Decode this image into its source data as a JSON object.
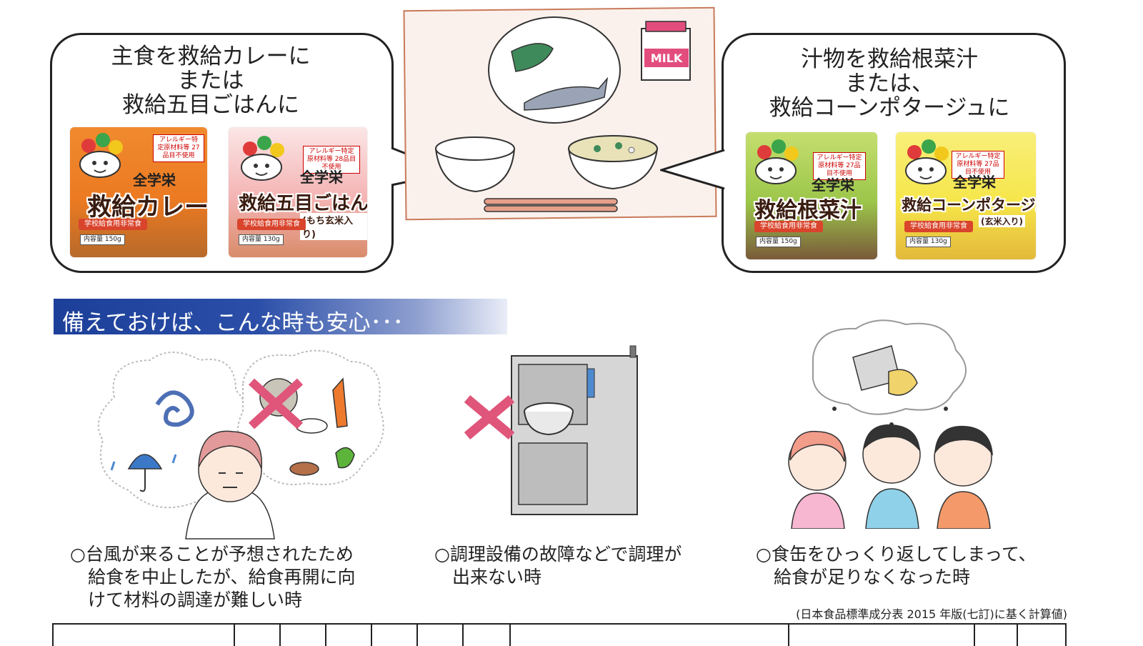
{
  "bubbles": {
    "left_title": [
      "主食を救給カレーに",
      "または",
      "救給五目ごはんに"
    ],
    "right_title": [
      "汁物を救給根菜汁",
      "または、",
      "救給コーンポタージュに"
    ]
  },
  "products": {
    "curry": {
      "allergy": "アレルギー特定原材料等 27品目不使用",
      "brand": "全学栄",
      "name": "救給カレー",
      "strip": "学校給食用非常食",
      "weight": "内容量 150g"
    },
    "gomoku": {
      "allergy": "アレルギー特定原材料等 28品目不使用",
      "brand": "全学栄",
      "name": "救給五目ごはん",
      "sub": "(もち玄米入り)",
      "strip": "学校給食用非常食",
      "weight": "内容量 130g"
    },
    "konsai": {
      "allergy": "アレルギー特定原材料等 27品目不使用",
      "brand": "全学栄",
      "name": "救給根菜汁",
      "strip": "学校給食用非常食",
      "weight": "内容量 150g"
    },
    "corn": {
      "allergy": "アレルギー特定原材料等 27品目不使用",
      "brand": "全学栄",
      "name": "救給コーンポタージュ",
      "sub": "(玄米入り)",
      "strip": "学校給食用非常食",
      "weight": "内容量 130g"
    }
  },
  "illustration": {
    "milk_label": "MILK"
  },
  "section": {
    "banner": "備えておけば、こんな時も安心･･･"
  },
  "captions": {
    "typhoon": [
      "○台風が来ることが予想されたため",
      "　給食を中止したが、給食再開に向",
      "　けて材料の調達が難しい時"
    ],
    "equipment": [
      "○調理設備の故障などで調理が",
      "　出来ない時"
    ],
    "spill": [
      "○食缶をひっくり返してしまって、",
      "　給食が足りなくなった時"
    ]
  },
  "footer": {
    "source": "(日本食品標準成分表 2015 年版(七訂)に基く計算値)"
  },
  "colors": {
    "banner_start": "#1c3f99",
    "curry_pack": "#ef7f2a",
    "gomoku_pack": "#f4b3b3",
    "konsai_pack": "#9cc64a",
    "corn_pack": "#f6e64a",
    "cross": "#e0557a"
  }
}
